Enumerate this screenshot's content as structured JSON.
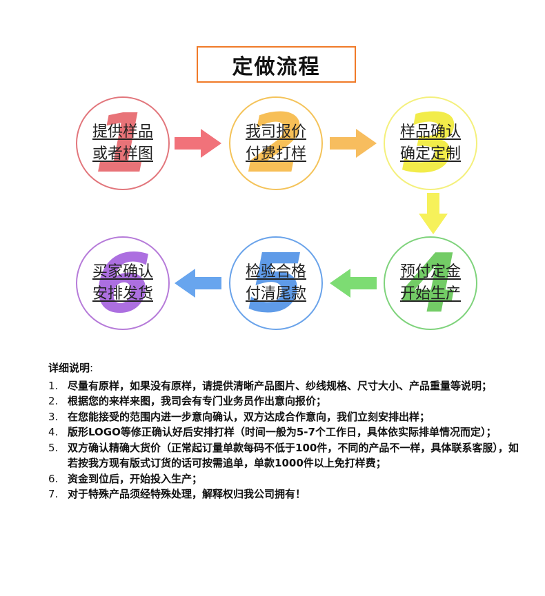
{
  "title": "定做流程",
  "steps": [
    {
      "num": "1",
      "line1": "提供样品",
      "line2": "或者样图",
      "ring": "#e2767c",
      "num_color": "#e87378"
    },
    {
      "num": "2",
      "line1": "我司报价",
      "line2": "付费打样",
      "ring": "#f4c35a",
      "num_color": "#f7bf57"
    },
    {
      "num": "3",
      "line1": "样品确认",
      "line2": "确定定制",
      "ring": "#f4f07c",
      "num_color": "#f2ec4a"
    },
    {
      "num": "4",
      "line1": "预付定金",
      "line2": "开始生产",
      "ring": "#7fd37c",
      "num_color": "#73cc66"
    },
    {
      "num": "5",
      "line1": "检验合格",
      "line2": "付清尾款",
      "ring": "#6aa3ea",
      "num_color": "#5f9be8"
    },
    {
      "num": "6",
      "line1": "买家确认",
      "line2": "安排发货",
      "ring": "#b67bd9",
      "num_color": "#ac6fe0"
    }
  ],
  "arrow_colors": {
    "a1": "#f1727a",
    "a2": "#f7bd5e",
    "a3": "#f6f15a",
    "a4": "#7ddc73",
    "a5": "#68a5ee"
  },
  "details": {
    "heading": "详细说明",
    "colon": ":",
    "items": [
      {
        "n": "1.",
        "text": "尽量有原样，如果没有原样，请提供清晰产品图片、纱线规格、尺寸大小、产品重量等说明；"
      },
      {
        "n": "2.",
        "text": "根据您的来样来图，我司会有专门业务员作出意向报价；"
      },
      {
        "n": "3.",
        "text": "在您能接受的范围内进一步意向确认，双方达成合作意向，我们立刻安排出样；"
      },
      {
        "n": "4.",
        "text": "版形LOGO等修正确认好后安排打样（时间一般为5-7个工作日，具体依实际排单情况而定）；"
      },
      {
        "n": "5.",
        "text": "双方确认精确大货价（正常起订量单款每码不低于100件，不同的产品不一样，具体联系客服），如若按我方现有版式订货的话可按需追单，单款1000件以上免打样费；"
      },
      {
        "n": "6.",
        "text": "资金到位后，开始投入生产；"
      },
      {
        "n": "7.",
        "text": "对于特殊产品须经特殊处理，解释权归我公司拥有！"
      }
    ]
  }
}
